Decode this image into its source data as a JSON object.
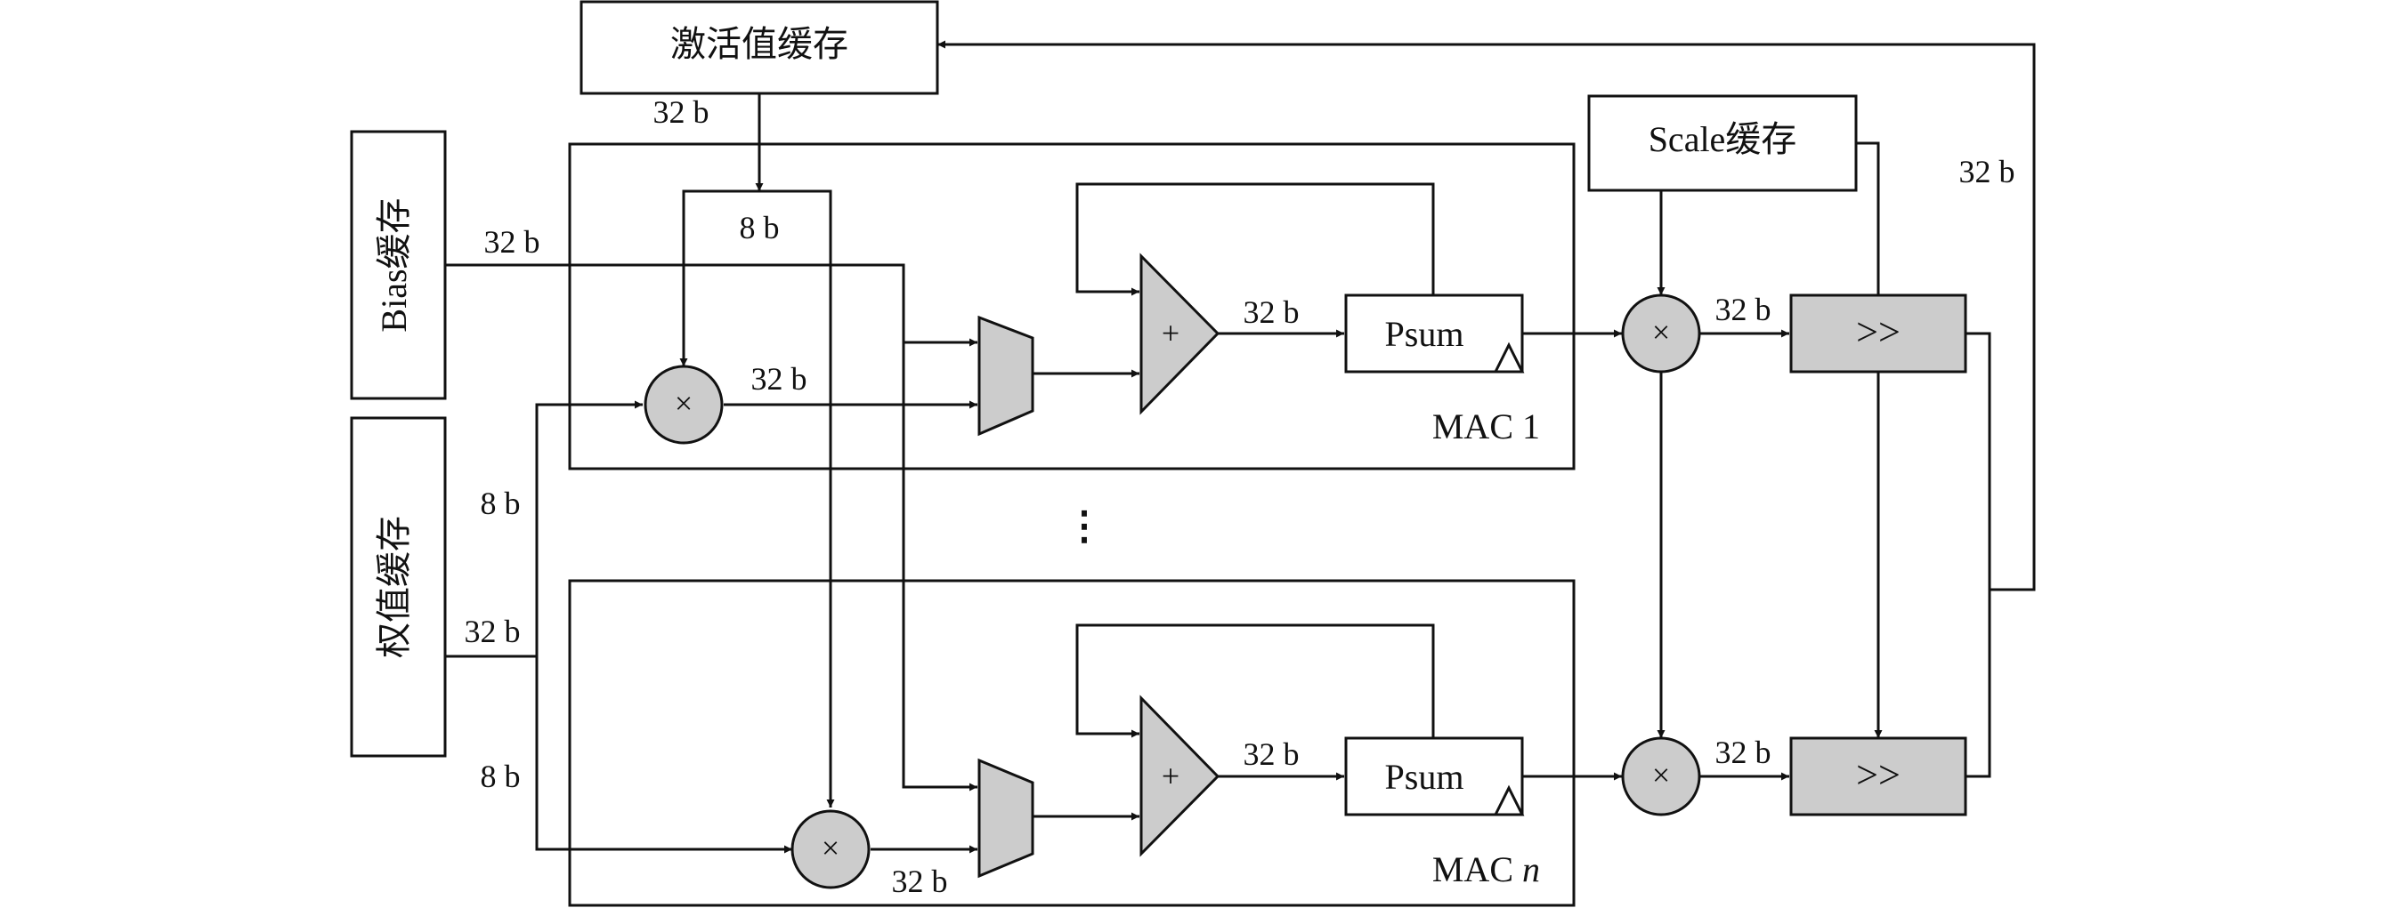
{
  "blocks": {
    "activation_buffer": "激活值缓存",
    "bias_buffer": "Bias缓存",
    "weight_buffer": "权值缓存",
    "scale_buffer": "Scale缓存"
  },
  "mac_units": {
    "first": {
      "label": "MAC 1",
      "psum": "Psum"
    },
    "last": {
      "label_prefix": "MAC",
      "label_index": "n",
      "psum": "Psum"
    }
  },
  "operators": {
    "multiply": "×",
    "add": "+",
    "shift": ">>",
    "ellipsis": "⋮"
  },
  "bit_widths": {
    "act_out": "32 b",
    "act_tap": "8 b",
    "bias": "32 b",
    "mul1_out": "32 b",
    "add1_out": "32 b",
    "scale_mul1_out": "32 b",
    "feedback": "32 b",
    "weight_in": "32 b",
    "weight_tap1": "8 b",
    "weight_tap2": "8 b",
    "add2_out": "32 b",
    "scale_mul2_out": "32 b",
    "muln_out": "32 b"
  }
}
